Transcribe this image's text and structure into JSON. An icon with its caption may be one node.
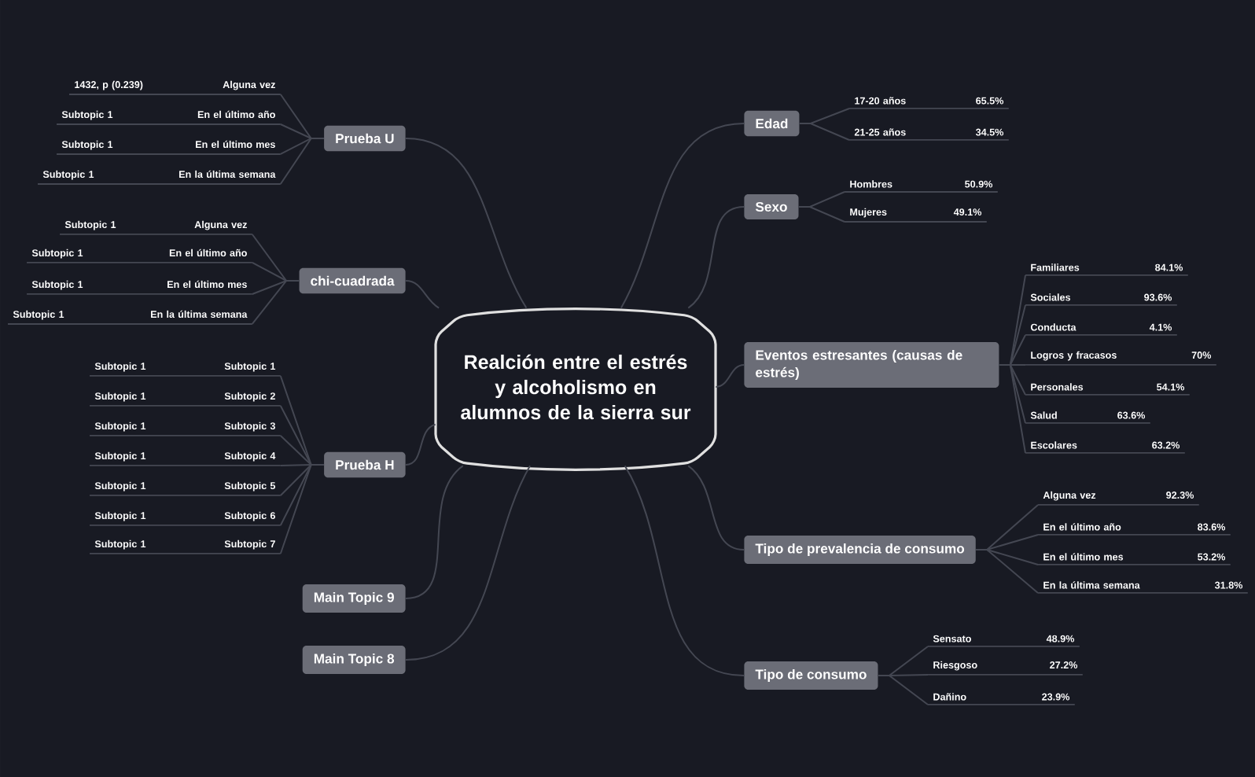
{
  "diagram": {
    "nodes": [
      {
        "text": [
          "Realción entre el estrés y alcoholismo en alumnos de la sierra sur"
        ]
      },
      {
        "text": [
          "Prueba U"
        ]
      },
      {
        "text": [
          "1432, p (0.239)",
          "Alguna vez"
        ]
      },
      {
        "text": [
          "Subtopic 1",
          "En el último año"
        ]
      },
      {
        "text": [
          "Subtopic 1",
          "En el último mes"
        ]
      },
      {
        "text": [
          "Subtopic 1",
          "En la última semana"
        ]
      },
      {
        "text": [
          "chi-cuadrada"
        ]
      },
      {
        "text": [
          "Subtopic 1",
          "Alguna vez"
        ]
      },
      {
        "text": [
          "Subtopic 1",
          "En el último año"
        ]
      },
      {
        "text": [
          "Subtopic 1",
          "En el último mes"
        ]
      },
      {
        "text": [
          "Subtopic 1",
          "En la última semana"
        ]
      },
      {
        "text": [
          "Prueba H"
        ]
      },
      {
        "text": [
          "Subtopic 1",
          "Subtopic 1"
        ]
      },
      {
        "text": [
          "Subtopic 1",
          "Subtopic 2"
        ]
      },
      {
        "text": [
          "Subtopic 1",
          "Subtopic 3"
        ]
      },
      {
        "text": [
          "Subtopic 1",
          "Subtopic 4"
        ]
      },
      {
        "text": [
          "Subtopic 1",
          "Subtopic 5"
        ]
      },
      {
        "text": [
          "Subtopic 1",
          "Subtopic 6"
        ]
      },
      {
        "text": [
          "Subtopic 1",
          "Subtopic 7"
        ]
      },
      {
        "text": [
          "Main Topic 9"
        ]
      },
      {
        "text": [
          "Main Topic 8"
        ]
      },
      {
        "text": [
          "Edad"
        ]
      },
      {
        "text": [
          "17-20 años",
          "65.5%"
        ]
      },
      {
        "text": [
          "21-25 años",
          "34.5%"
        ]
      },
      {
        "text": [
          "Sexo"
        ]
      },
      {
        "text": [
          "Hombres",
          "50.9%"
        ]
      },
      {
        "text": [
          "Mujeres",
          "49.1%"
        ]
      },
      {
        "text": [
          "Eventos estresantes (causas de estrés)"
        ]
      },
      {
        "text": [
          "Familiares",
          "84.1%"
        ]
      },
      {
        "text": [
          "Sociales",
          "93.6%"
        ]
      },
      {
        "text": [
          "Conducta",
          "4.1%"
        ]
      },
      {
        "text": [
          "Logros y fracasos",
          "70%"
        ]
      },
      {
        "text": [
          "Personales",
          "54.1%"
        ]
      },
      {
        "text": [
          "Salud",
          "63.6%"
        ]
      },
      {
        "text": [
          "Escolares",
          "63.2%"
        ]
      },
      {
        "text": [
          "Tipo de prevalencia de consumo"
        ]
      },
      {
        "text": [
          "Alguna vez",
          "92.3%"
        ]
      },
      {
        "text": [
          "En el último año",
          "83.6%"
        ]
      },
      {
        "text": [
          "En el último mes",
          "53.2%"
        ]
      },
      {
        "text": [
          "En la última semana",
          "31.8%"
        ]
      },
      {
        "text": [
          "Tipo de consumo"
        ]
      },
      {
        "text": [
          "Sensato",
          "48.9%"
        ]
      },
      {
        "text": [
          "Riesgoso",
          "27.2%"
        ]
      },
      {
        "text": [
          "Dañino",
          "23.9%"
        ]
      }
    ],
    "edges": [
      {
        "from": 0,
        "to": 1,
        "arrow": "none"
      },
      {
        "from": 0,
        "to": 6,
        "arrow": "none"
      },
      {
        "from": 0,
        "to": 11,
        "arrow": "none"
      },
      {
        "from": 0,
        "to": 19,
        "arrow": "none"
      },
      {
        "from": 0,
        "to": 20,
        "arrow": "none"
      },
      {
        "from": 0,
        "to": 21,
        "arrow": "none"
      },
      {
        "from": 0,
        "to": 24,
        "arrow": "none"
      },
      {
        "from": 0,
        "to": 27,
        "arrow": "none"
      },
      {
        "from": 0,
        "to": 35,
        "arrow": "none"
      },
      {
        "from": 0,
        "to": 40,
        "arrow": "none"
      },
      {
        "from": 1,
        "to": 2,
        "arrow": "none"
      },
      {
        "from": 1,
        "to": 3,
        "arrow": "none"
      },
      {
        "from": 1,
        "to": 4,
        "arrow": "none"
      },
      {
        "from": 1,
        "to": 5,
        "arrow": "none"
      },
      {
        "from": 6,
        "to": 7,
        "arrow": "none"
      },
      {
        "from": 6,
        "to": 8,
        "arrow": "none"
      },
      {
        "from": 6,
        "to": 9,
        "arrow": "none"
      },
      {
        "from": 6,
        "to": 10,
        "arrow": "none"
      },
      {
        "from": 11,
        "to": 12,
        "arrow": "none"
      },
      {
        "from": 11,
        "to": 13,
        "arrow": "none"
      },
      {
        "from": 11,
        "to": 14,
        "arrow": "none"
      },
      {
        "from": 11,
        "to": 15,
        "arrow": "none"
      },
      {
        "from": 11,
        "to": 16,
        "arrow": "none"
      },
      {
        "from": 11,
        "to": 17,
        "arrow": "none"
      },
      {
        "from": 11,
        "to": 18,
        "arrow": "none"
      },
      {
        "from": 21,
        "to": 22,
        "arrow": "none"
      },
      {
        "from": 21,
        "to": 23,
        "arrow": "none"
      },
      {
        "from": 24,
        "to": 25,
        "arrow": "none"
      },
      {
        "from": 24,
        "to": 26,
        "arrow": "none"
      },
      {
        "from": 27,
        "to": 28,
        "arrow": "none"
      },
      {
        "from": 27,
        "to": 29,
        "arrow": "none"
      },
      {
        "from": 27,
        "to": 30,
        "arrow": "none"
      },
      {
        "from": 27,
        "to": 31,
        "arrow": "none"
      },
      {
        "from": 27,
        "to": 32,
        "arrow": "none"
      },
      {
        "from": 27,
        "to": 33,
        "arrow": "none"
      },
      {
        "from": 27,
        "to": 34,
        "arrow": "none"
      },
      {
        "from": 35,
        "to": 36,
        "arrow": "none"
      },
      {
        "from": 35,
        "to": 37,
        "arrow": "none"
      },
      {
        "from": 35,
        "to": 38,
        "arrow": "none"
      },
      {
        "from": 35,
        "to": 39,
        "arrow": "none"
      },
      {
        "from": 40,
        "to": 41,
        "arrow": "none"
      },
      {
        "from": 40,
        "to": 42,
        "arrow": "none"
      },
      {
        "from": 40,
        "to": 43,
        "arrow": "none"
      }
    ]
  }
}
